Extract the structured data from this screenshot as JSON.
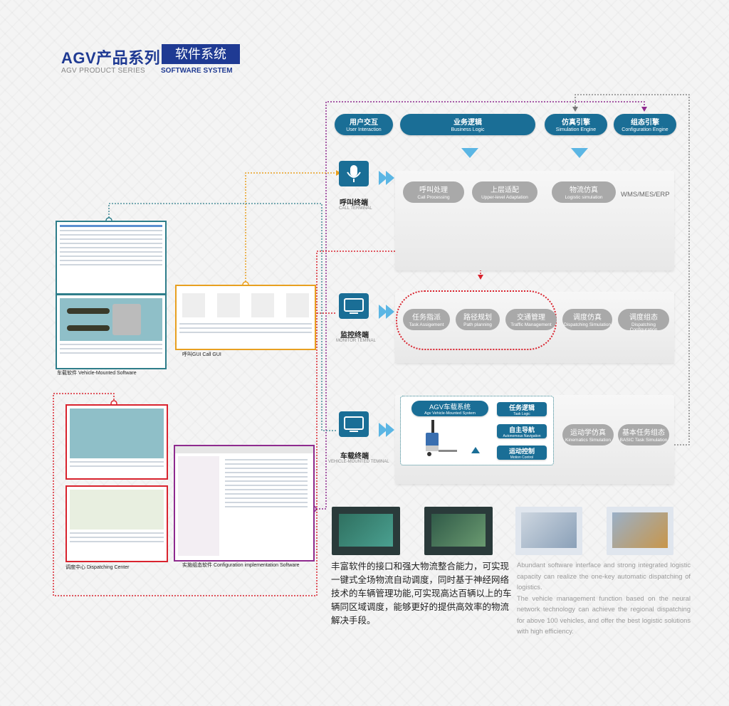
{
  "header": {
    "title_cn": "AGV产品系列",
    "title_box": "软件系统",
    "subtitle_en": "AGV PRODUCT SERIES",
    "subtitle_en_bold": "SOFTWARE SYSTEM"
  },
  "top_modules": [
    {
      "cn": "用户交互",
      "en": "User Interaction"
    },
    {
      "cn": "业务逻辑",
      "en": "Business Logic"
    },
    {
      "cn": "仿真引擎",
      "en": "Simulation Engine"
    },
    {
      "cn": "组态引擎",
      "en": "Configuration Engine"
    }
  ],
  "call_terminal": {
    "cn": "呼叫终端",
    "en": "CALL TERMINAL",
    "items": [
      {
        "cn": "呼叫处理",
        "en": "Call Processing"
      },
      {
        "cn": "上层适配",
        "en": "Upper-level Adaptation"
      },
      {
        "cn": "物流仿真",
        "en": "Logistic simulation"
      }
    ],
    "wms": "WMS/MES/ERP"
  },
  "monitor_terminal": {
    "cn": "监控终端",
    "en": "MONITOR TEMINAL",
    "items": [
      {
        "cn": "任务指派",
        "en": "Task Assigement"
      },
      {
        "cn": "路径规划",
        "en": "Path planning"
      },
      {
        "cn": "交通管理",
        "en": "Traffic Management"
      },
      {
        "cn": "调度仿真",
        "en": "Dispatching Simulation"
      },
      {
        "cn": "调度组态",
        "en": "Dispatching Configuration"
      }
    ]
  },
  "vehicle_terminal": {
    "cn": "车载终端",
    "en": "VEHICLE-MOUNTED TEMINAL",
    "agv_title": "AGV车载系统",
    "agv_sub": "Agv Vehicle-Mounted System",
    "items": [
      {
        "cn": "任务逻辑",
        "en": "Task Logic"
      },
      {
        "cn": "自主导航",
        "en": "Autonomous Navigation"
      },
      {
        "cn": "运动控制",
        "en": "Motion Control"
      }
    ],
    "side_items": [
      {
        "cn": "运动学仿真",
        "en": "Kinematics Simulation"
      },
      {
        "cn": "基本任务组态",
        "en": "BASIC Task Simulation"
      }
    ]
  },
  "captions": {
    "vehicle_software": "车载软件 Vehicle-Mounted Software",
    "call_gui": "呼叫GUI Call GUI",
    "dispatch_center": "调度中心  Dispatching Center",
    "config_software": "实施组态软件 Configuration implementation Software"
  },
  "description_cn": "丰富软件的接口和强大物流整合能力，可实现一键式全场物流自动调度，同时基于神经网络技术的车辆管理功能,可实现高达百辆以上的车辆同区域调度，能够更好的提供高效率的物流解决手段。",
  "description_en_1": "Abundant software interface and strong integrated logistic capacity can realize the one-key automatic dispatching of logistics.",
  "description_en_2": "The vehicle management function based on the neural network technology can achieve the regional dispatching for above 100 vehicles, and offer the best logistic solutions with high efficiency.",
  "colors": {
    "brand_blue": "#1f3a93",
    "module_blue": "#1a6e96",
    "arrow_blue": "#5bb6e4",
    "orange": "#e8a020",
    "red": "#d9232e",
    "purple": "#8e2a8e",
    "teal": "#2e7d8a",
    "gray_pill": "#a9a9a9"
  }
}
